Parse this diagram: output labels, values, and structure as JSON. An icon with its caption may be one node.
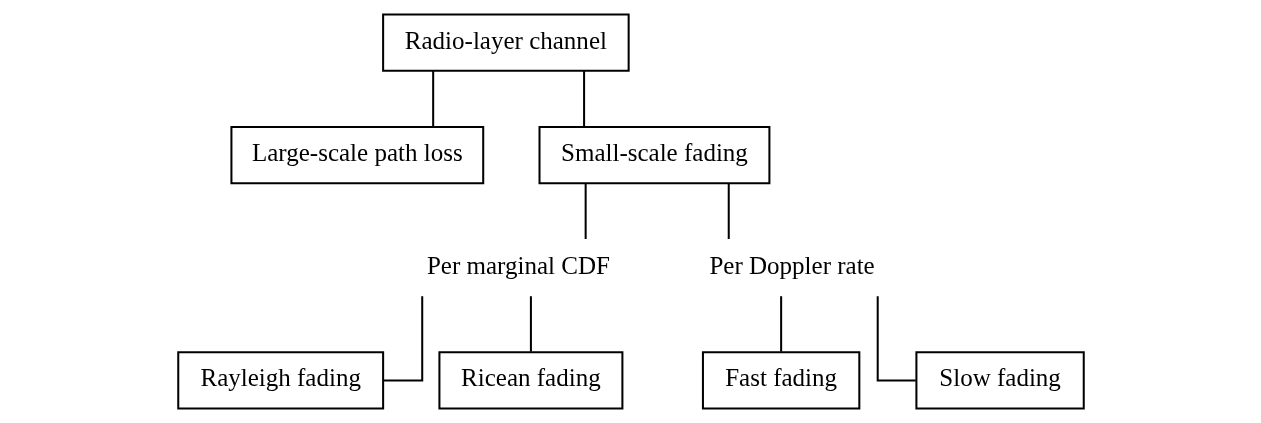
{
  "diagram": {
    "nodes": [
      {
        "text": [
          "Radio-layer channel"
        ]
      },
      {
        "text": [
          "Large-scale path loss"
        ]
      },
      {
        "text": [
          "Small-scale fading"
        ]
      },
      {
        "text": [
          "Per marginal CDF"
        ]
      },
      {
        "text": [
          "Rayleigh fading"
        ]
      },
      {
        "text": [
          "Ricean fading"
        ]
      },
      {
        "text": [
          "Per Doppler rate"
        ]
      },
      {
        "text": [
          "Fast fading"
        ]
      },
      {
        "text": [
          "Slow fading"
        ]
      }
    ],
    "edges": [
      {
        "from": 0,
        "to": 1,
        "arrow": "none"
      },
      {
        "from": 0,
        "to": 2,
        "arrow": "none"
      },
      {
        "from": 2,
        "to": 3,
        "arrow": "none"
      },
      {
        "from": 2,
        "to": 6,
        "arrow": "none"
      },
      {
        "from": 3,
        "to": 4,
        "arrow": "none"
      },
      {
        "from": 3,
        "to": 5,
        "arrow": "none"
      },
      {
        "from": 6,
        "to": 7,
        "arrow": "none"
      },
      {
        "from": 6,
        "to": 8,
        "arrow": "none"
      }
    ]
  }
}
